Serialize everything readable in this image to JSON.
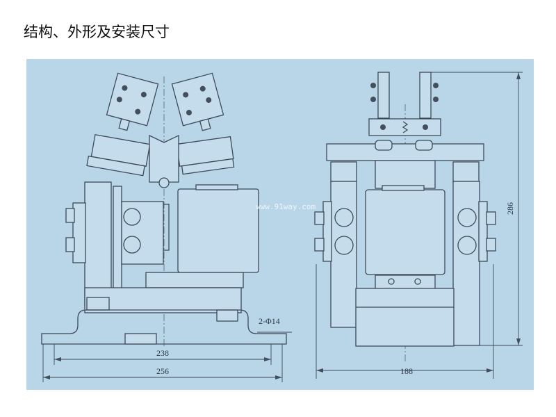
{
  "title": "结构、外形及安装尺寸",
  "watermark": "www.91way.com",
  "dimensions": {
    "mount_hole_spacing": "238",
    "overall_length": "256",
    "overall_width": "188",
    "overall_height": "286",
    "mount_holes": "2-Φ14"
  },
  "colors": {
    "background": "#b9d6e9",
    "line": "#3c4a58"
  }
}
